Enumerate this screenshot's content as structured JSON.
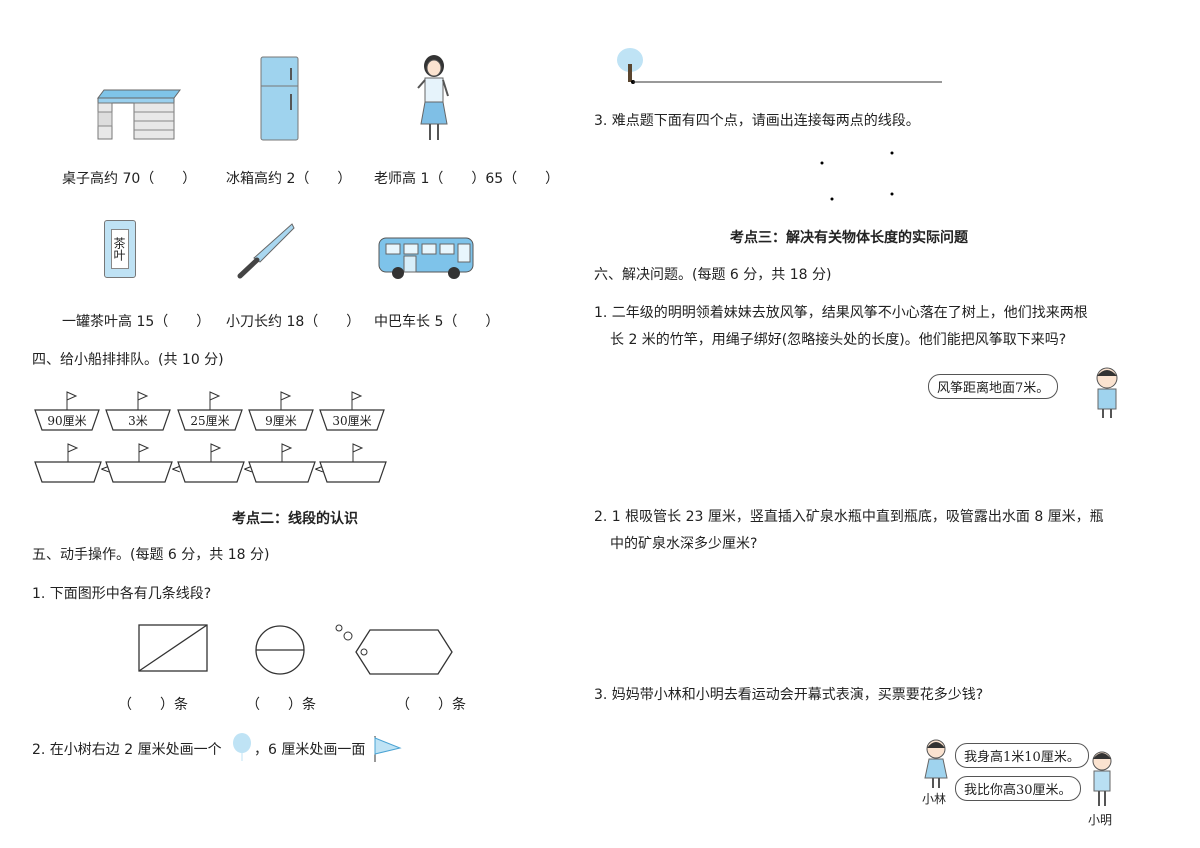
{
  "measure": {
    "row1": [
      "桌子高约 70（　　）",
      "冰箱高约 2（　　）",
      "老师高 1（　　）65（　　）"
    ],
    "row2": [
      "一罐茶叶高 15（　　）",
      "小刀长约 18（　　）",
      "中巴车长 5（　　）"
    ],
    "tea_can_text": "茶叶"
  },
  "section4": {
    "title": "四、给小船排排队。(共 10 分)",
    "boats": [
      "90厘米",
      "3米",
      "25厘米",
      "9厘米",
      "30厘米"
    ],
    "lt": "<"
  },
  "kaodian2": "考点二：线段的认识",
  "section5": {
    "title": "五、动手操作。(每题 6 分，共 18 分)",
    "q1": "1. 下面图形中各有几条线段?",
    "answers": [
      "（　　）条",
      "（　　）条",
      "（　　）条"
    ],
    "q2a": "2. 在小树右边 2 厘米处画一个",
    "q2b": "，6 厘米处画一面"
  },
  "q3": "3. 难点题下面有四个点，请画出连接每两点的线段。",
  "kaodian3": "考点三：解决有关物体长度的实际问题",
  "section6": {
    "title": "六、解决问题。(每题 6 分，共 18 分)",
    "q1_line1": "1. 二年级的明明领着妹妹去放风筝，结果风筝不小心落在了树上，他们找来两根",
    "q1_line2": "长 2 米的竹竿，用绳子绑好(忽略接头处的长度)。他们能把风筝取下来吗?",
    "kite_bubble": "风筝距离地面7米。",
    "q2_line1": "2. 1 根吸管长 23 厘米，竖直插入矿泉水瓶中直到瓶底，吸管露出水面 8 厘米，瓶",
    "q2_line2": "中的矿泉水深多少厘米?",
    "q3": "3. 妈妈带小林和小明去看运动会开幕式表演，买票要花多少钱?",
    "bubble_lin": "我身高1米10厘米。",
    "bubble_ming": "我比你高30厘米。",
    "name_lin": "小林",
    "name_ming": "小明"
  }
}
